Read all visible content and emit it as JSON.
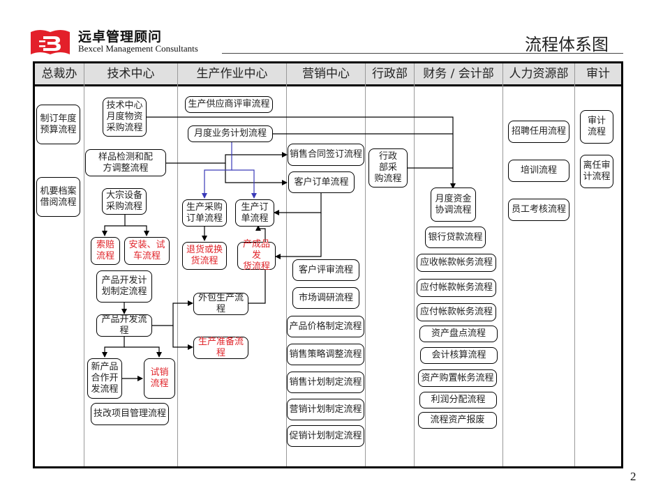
{
  "header": {
    "brand_cn": "远卓管理顾问",
    "brand_en": "Bexcel Management Consultants",
    "title": "流程体系图",
    "logo_color": "#e3202a"
  },
  "columns": [
    {
      "id": "ceo",
      "label": "总裁办"
    },
    {
      "id": "tech",
      "label": "技术中心"
    },
    {
      "id": "prod",
      "label": "生产作业中心"
    },
    {
      "id": "mkt",
      "label": "营销中心"
    },
    {
      "id": "admin",
      "label": "行政部"
    },
    {
      "id": "fin",
      "label": "财务 / 会计部"
    },
    {
      "id": "hr",
      "label": "人力资源部"
    },
    {
      "id": "audit",
      "label": "审计"
    }
  ],
  "colors": {
    "highlight_text": "#e0242a",
    "blue_connector": "#3a3ab8",
    "header_bg": "#e0e0e0"
  },
  "boxes": {
    "ceo_budget": {
      "label": "制订年度\n预算流程",
      "highlight": false
    },
    "ceo_archive": {
      "label": "机要档案\n借阅流程",
      "highlight": false
    },
    "tech_material": {
      "label": "技术中心\n月度物资\n采购流程",
      "highlight": false
    },
    "tech_sample": {
      "label": "样品检测和配\n方调整流程",
      "highlight": false
    },
    "tech_equipment": {
      "label": "大宗设备\n采购流程",
      "highlight": false
    },
    "tech_claim": {
      "label": "索赔\n流程",
      "highlight": true
    },
    "tech_install": {
      "label": "安装、试\n车流程",
      "highlight": true
    },
    "tech_devplan": {
      "label": "产品开发计\n划制定流程",
      "highlight": false
    },
    "tech_dev": {
      "label": "产品开发流程",
      "highlight": false
    },
    "tech_coop": {
      "label": "新产品\n合作开\n发流程",
      "highlight": false
    },
    "tech_trial": {
      "label": "试销\n流程",
      "highlight": true
    },
    "tech_reform": {
      "label": "技改项目管理流程",
      "highlight": false
    },
    "prod_supplier": {
      "label": "生产供应商评审流程",
      "highlight": false
    },
    "prod_monthly": {
      "label": "月度业务计划流程",
      "highlight": false
    },
    "prod_purchase": {
      "label": "生产采购\n订单流程",
      "highlight": false
    },
    "prod_order": {
      "label": "生产订\n单流程",
      "highlight": false
    },
    "prod_return": {
      "label": "退货或换\n货流程",
      "highlight": true
    },
    "prod_ship": {
      "label": "产成品发\n货流程",
      "highlight": true
    },
    "prod_outsource": {
      "label": "外包生产流程",
      "highlight": false
    },
    "prod_prepare": {
      "label": "生产准备流程",
      "highlight": true
    },
    "mkt_contract": {
      "label": "销售合同签订流程",
      "highlight": false
    },
    "mkt_order": {
      "label": "客户订单流程",
      "highlight": false
    },
    "mkt_review": {
      "label": "客户评审流程",
      "highlight": false
    },
    "mkt_research": {
      "label": "市场调研流程",
      "highlight": false
    },
    "mkt_price": {
      "label": "产品价格制定流程",
      "highlight": false
    },
    "mkt_strategy": {
      "label": "销售策略调整流程",
      "highlight": false
    },
    "mkt_salesplan": {
      "label": "销售计划制定流程",
      "highlight": false
    },
    "mkt_mktplan": {
      "label": "营销计划制定流程",
      "highlight": false
    },
    "mkt_promo": {
      "label": "促销计划制定流程",
      "highlight": false
    },
    "admin_purchase": {
      "label": "行政\n部采\n购流程",
      "highlight": false
    },
    "fin_fund": {
      "label": "月度资金\n协调流程",
      "highlight": false
    },
    "fin_loan": {
      "label": "银行贷款流程",
      "highlight": false
    },
    "fin_receivable": {
      "label": "应收帐款帐务流程",
      "highlight": false
    },
    "fin_payable1": {
      "label": "应付帐款帐务流程",
      "highlight": false
    },
    "fin_payable2": {
      "label": "应付帐款帐务流程",
      "highlight": false
    },
    "fin_inventory": {
      "label": "资产盘点流程",
      "highlight": false
    },
    "fin_accounting": {
      "label": "会计核算流程",
      "highlight": false
    },
    "fin_asset": {
      "label": "资产购置帐务流程",
      "highlight": false
    },
    "fin_profit": {
      "label": "利润分配流程",
      "highlight": false
    },
    "fin_scrap": {
      "label": "流程资产报废",
      "highlight": false
    },
    "hr_recruit": {
      "label": "招聘任用流程",
      "highlight": false
    },
    "hr_training": {
      "label": "培训流程",
      "highlight": false
    },
    "hr_review": {
      "label": "员工考核流程",
      "highlight": false
    },
    "audit_audit": {
      "label": "审计\n流程",
      "highlight": false
    },
    "audit_leave": {
      "label": "离任审\n计流程",
      "highlight": false
    }
  },
  "page_number": "2"
}
